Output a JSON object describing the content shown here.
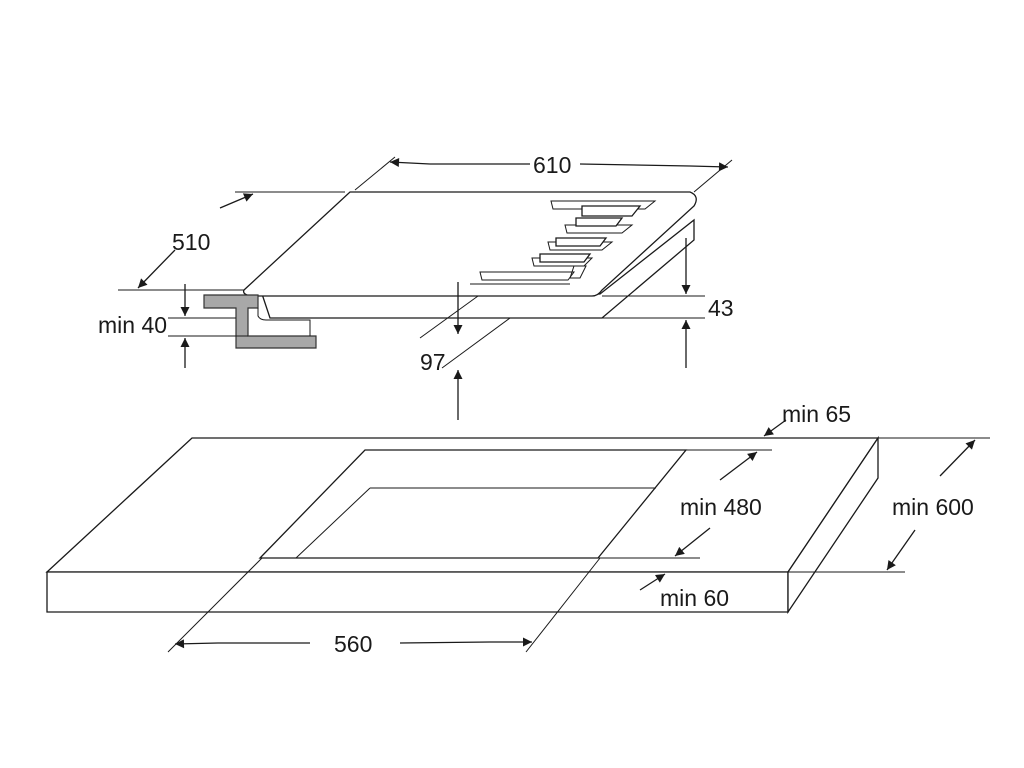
{
  "labels": {
    "width_hob": "610",
    "depth_hob": "510",
    "height_43": "43",
    "depth_97": "97",
    "min_40": "min 40",
    "min_65": "min 65",
    "min_480": "min 480",
    "min_600": "min 600",
    "min_60": "min 60",
    "cutout_560": "560"
  },
  "colors": {
    "line": "#1a1a1a",
    "bracket_fill": "#a8a8a8",
    "background": "#ffffff"
  }
}
